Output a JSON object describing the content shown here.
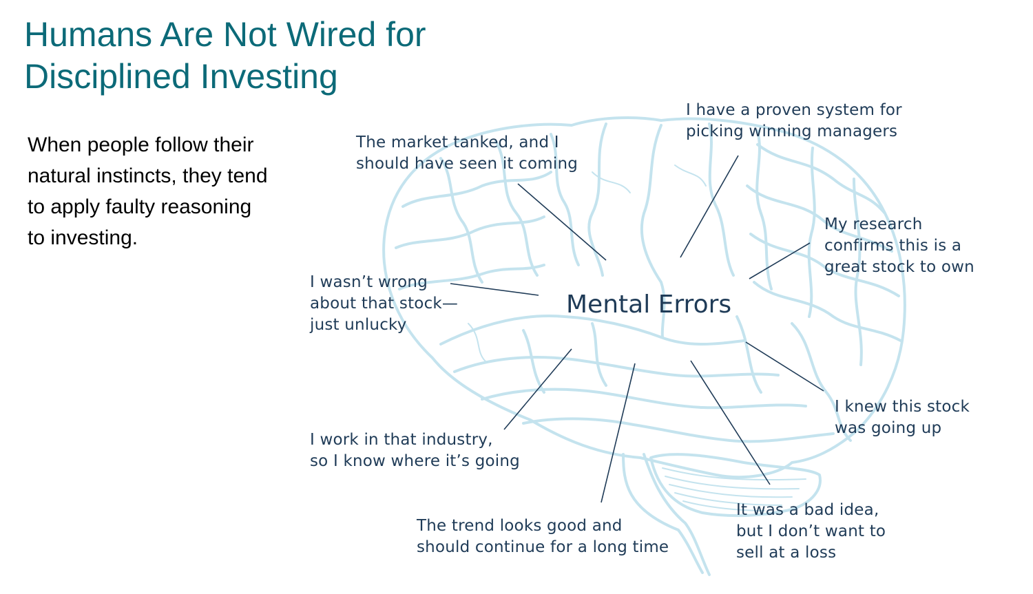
{
  "slide": {
    "title": "Humans Are Not Wired for\nDisciplined Investing",
    "intro": "When people follow their\nnatural instincts, they tend\nto apply faulty reasoning\nto investing."
  },
  "diagram": {
    "center": "Mental Errors",
    "colors": {
      "brain": "#c4e3ee",
      "text": "#1f3b57",
      "title": "#0c6a78"
    },
    "thoughts": {
      "market_tanked": "The market tanked, and I\nshould have seen it coming",
      "proven_system": "I have a proven system for\npicking winning managers",
      "my_research": "My research\nconfirms this is a\ngreat stock to own",
      "wasnt_wrong": "I wasn’t wrong\nabout that stock—\njust unlucky",
      "knew_stock": "I knew this stock\nwas going up",
      "work_industry": "I work in that industry,\nso I know where it’s going",
      "bad_idea": "It was a bad idea,\nbut I don’t want to\nsell at a loss",
      "trend_good": "The trend looks good and\nshould continue for a long time"
    }
  }
}
